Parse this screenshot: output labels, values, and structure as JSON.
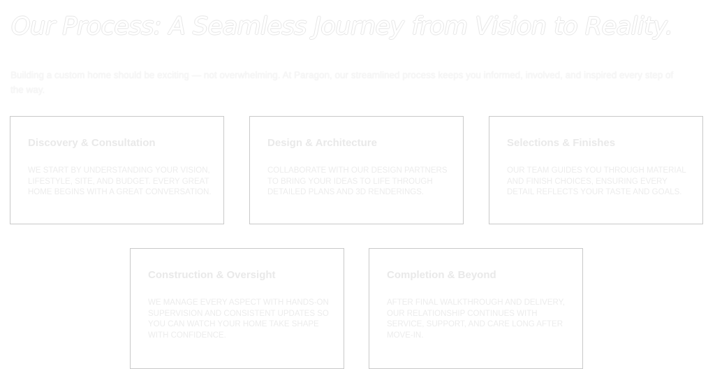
{
  "header": {
    "title": "Our Process: A Seamless Journey from Vision to Reality.",
    "intro": "Building a custom home should be exciting — not overwhelming. At Paragon, our streamlined process keeps you informed, involved, and inspired every step of the way."
  },
  "steps": [
    {
      "title": "Discovery & Consultation",
      "description": "We start by understanding your vision, lifestyle, site, and budget. Every great home begins with a great conversation."
    },
    {
      "title": "Design & Architecture",
      "description": "Collaborate with our design partners to bring your ideas to life through detailed plans and 3D renderings."
    },
    {
      "title": "Selections & Finishes",
      "description": "Our team guides you through material and finish choices, ensuring every detail reflects your taste and goals."
    },
    {
      "title": "Construction & Oversight",
      "description": "We manage every aspect with hands-on supervision and consistent updates so you can watch your home take shape with confidence."
    },
    {
      "title": "Completion & Beyond",
      "description": "After final walkthrough and delivery, our relationship continues with service, support, and care long after move-in."
    }
  ]
}
